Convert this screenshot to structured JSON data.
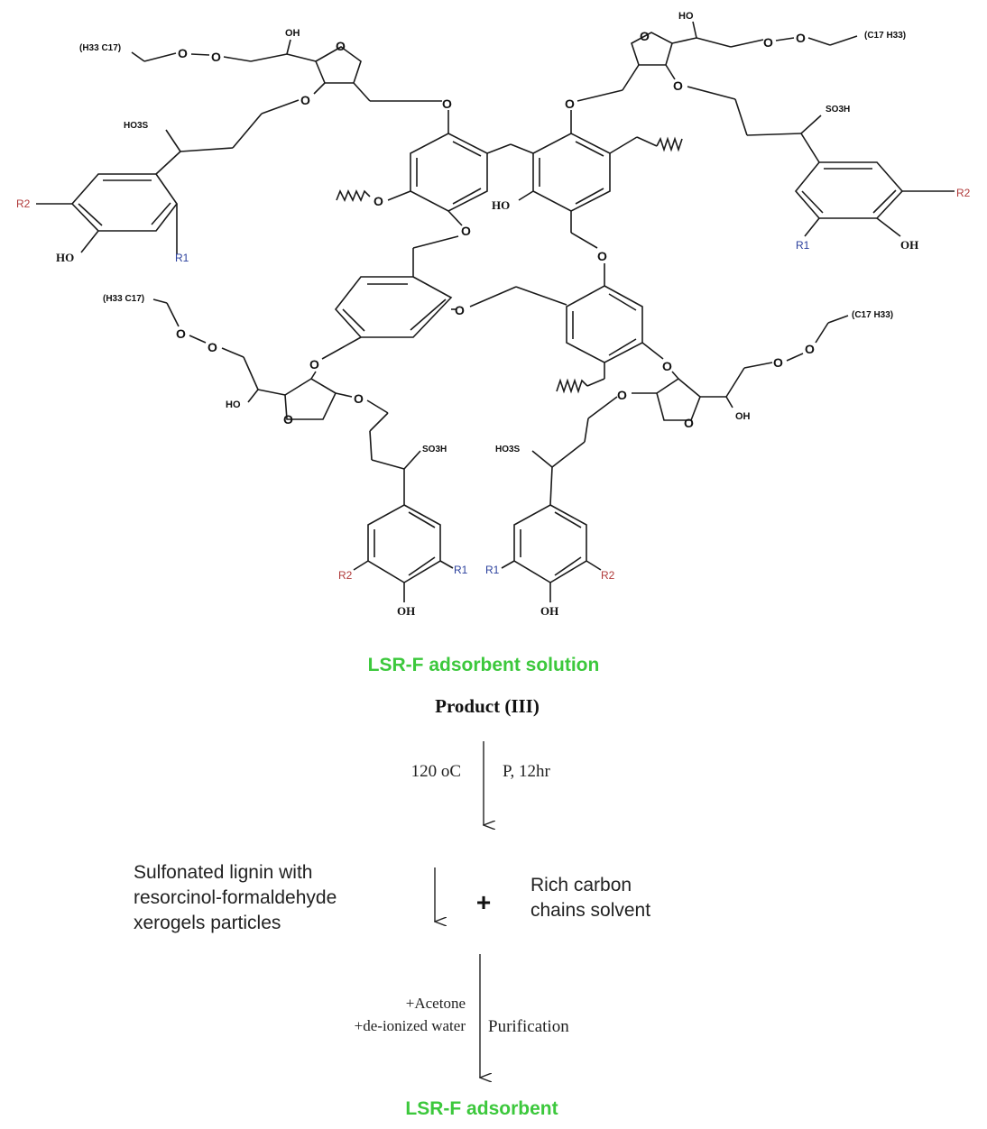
{
  "structure": {
    "labels": {
      "chain_top_left": "(H33 C17)",
      "chain_top_right": "(C17 H33)",
      "chain_mid_left": "(H33 C17)",
      "chain_mid_right": "(C17 H33)",
      "oh": "OH",
      "ho": "HO",
      "so3h": "SO3H",
      "ho3s": "HO3S",
      "o": "O",
      "r1": "R1",
      "r2": "R2"
    }
  },
  "scheme": {
    "product_name": "LSR-F adsorbent solution",
    "product_id": "Product (III)",
    "step1_left": "120 oC",
    "step1_right": "P, 12hr",
    "reactant_a_lines": [
      "Sulfonated lignin with",
      "resorcinol-formaldehyde",
      "xerogels particles"
    ],
    "plus": "+",
    "reactant_b_lines": [
      "Rich carbon",
      "chains solvent"
    ],
    "step2_left_lines": [
      "+Acetone",
      "+de-ionized water"
    ],
    "step2_right": "Purification",
    "final_product": "LSR-F adsorbent"
  },
  "colors": {
    "green": "#3cc83c",
    "r1_blue": "#2a3f9c",
    "r2_red": "#b03a3a"
  }
}
